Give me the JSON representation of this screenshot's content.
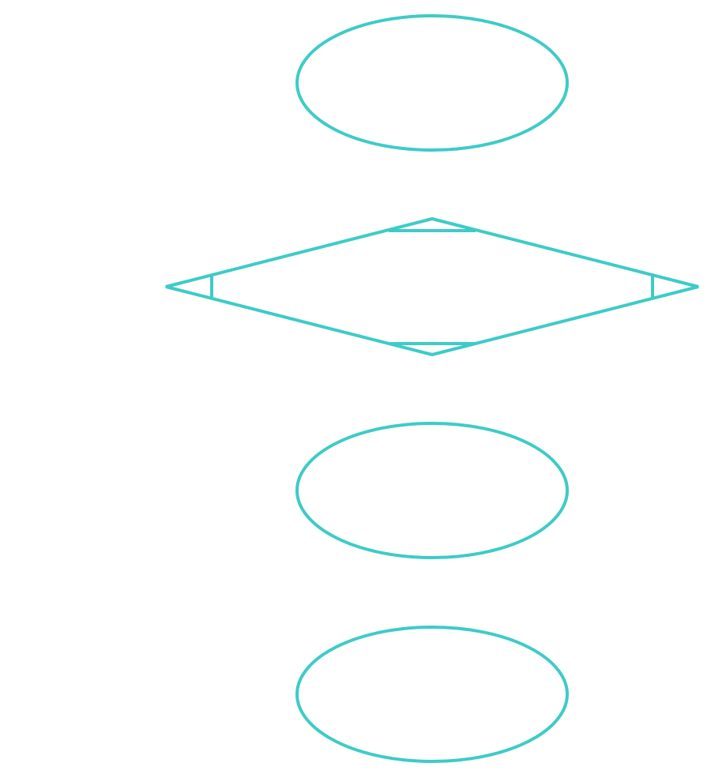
{
  "diagram": {
    "type": "flowchart",
    "colors": {
      "stroke": "#3ECBC8",
      "background": "#FFFFFF"
    },
    "nodes": [
      {
        "id": "node1",
        "shape": "ellipse",
        "label": ""
      },
      {
        "id": "node2",
        "shape": "diamond",
        "label": ""
      },
      {
        "id": "node3",
        "shape": "ellipse",
        "label": ""
      },
      {
        "id": "node4",
        "shape": "ellipse",
        "label": ""
      }
    ],
    "edges": []
  }
}
